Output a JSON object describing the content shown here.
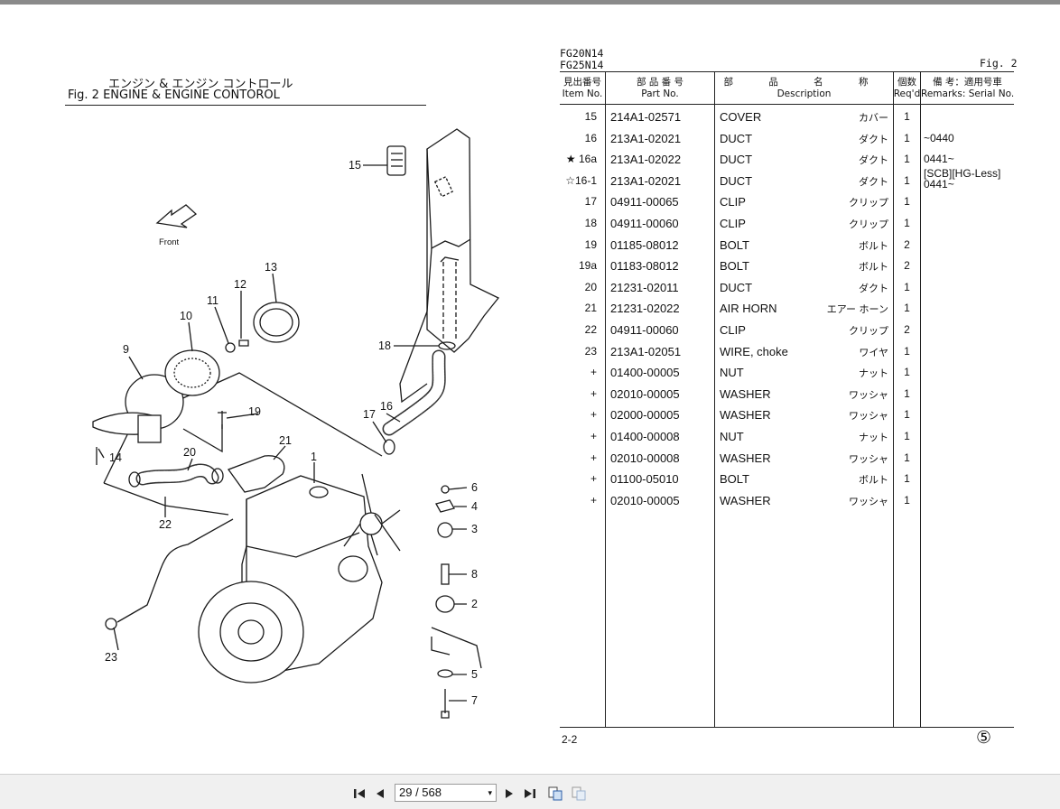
{
  "header": {
    "models": [
      "FG20N14",
      "FG25N14"
    ],
    "fig_ref": "Fig. 2",
    "title_jp": "エンジン & エンジン コントロール",
    "title_en": "Fig. 2   ENGINE & ENGINE CONTOROL",
    "front_label": "Front"
  },
  "table": {
    "columns": {
      "item_jp": "見出番号",
      "item_en": "Item No.",
      "part_jp": "部 品 番 号",
      "part_en": "Part No.",
      "desc_jp": "部 品 名 称",
      "desc_en": "Description",
      "req_jp": "個数",
      "req_en": "Req'd",
      "rem_jp": "備 考：適用号車",
      "rem_en": "Remarks: Serial No."
    },
    "rows": [
      {
        "item": "15",
        "part": "214A1-02571",
        "desc": "COVER",
        "jp": "カバー",
        "qty": "1",
        "rem": ""
      },
      {
        "item": "16",
        "part": "213A1-02021",
        "desc": "DUCT",
        "jp": "ダクト",
        "qty": "1",
        "rem": "~0440"
      },
      {
        "item": "★ 16a",
        "part": "213A1-02022",
        "desc": "DUCT",
        "jp": "ダクト",
        "qty": "1",
        "rem": "0441~"
      },
      {
        "item": "☆16-1",
        "part": "213A1-02021",
        "desc": "DUCT",
        "jp": "ダクト",
        "qty": "1",
        "rem": "[SCB][HG-Less]",
        "rem2": "0441~"
      },
      {
        "item": "17",
        "part": "04911-00065",
        "desc": "CLIP",
        "jp": "クリップ",
        "qty": "1",
        "rem": ""
      },
      {
        "item": "18",
        "part": "04911-00060",
        "desc": "CLIP",
        "jp": "クリップ",
        "qty": "1",
        "rem": ""
      },
      {
        "item": "19",
        "part": "01185-08012",
        "desc": "BOLT",
        "jp": "ボルト",
        "qty": "2",
        "rem": ""
      },
      {
        "item": "19a",
        "part": "01183-08012",
        "desc": "BOLT",
        "jp": "ボルト",
        "qty": "2",
        "rem": ""
      },
      {
        "item": "20",
        "part": "21231-02011",
        "desc": "DUCT",
        "jp": "ダクト",
        "qty": "1",
        "rem": ""
      },
      {
        "item": "21",
        "part": "21231-02022",
        "desc": "AIR HORN",
        "jp": "エアー ホーン",
        "qty": "1",
        "rem": ""
      },
      {
        "item": "22",
        "part": "04911-00060",
        "desc": "CLIP",
        "jp": "クリップ",
        "qty": "2",
        "rem": ""
      },
      {
        "item": "23",
        "part": "213A1-02051",
        "desc": "WIRE, choke",
        "jp": "ワイヤ",
        "qty": "1",
        "rem": ""
      },
      {
        "item": "+",
        "part": "01400-00005",
        "desc": "NUT",
        "jp": "ナット",
        "qty": "1",
        "rem": ""
      },
      {
        "item": "+",
        "part": "02010-00005",
        "desc": "WASHER",
        "jp": "ワッシャ",
        "qty": "1",
        "rem": ""
      },
      {
        "item": "+",
        "part": "02000-00005",
        "desc": "WASHER",
        "jp": "ワッシャ",
        "qty": "1",
        "rem": ""
      },
      {
        "item": "+",
        "part": "01400-00008",
        "desc": "NUT",
        "jp": "ナット",
        "qty": "1",
        "rem": ""
      },
      {
        "item": "+",
        "part": "02010-00008",
        "desc": "WASHER",
        "jp": "ワッシャ",
        "qty": "1",
        "rem": ""
      },
      {
        "item": "+",
        "part": "01100-05010",
        "desc": "BOLT",
        "jp": "ボルト",
        "qty": "1",
        "rem": ""
      },
      {
        "item": "+",
        "part": "02010-00005",
        "desc": "WASHER",
        "jp": "ワッシャ",
        "qty": "1",
        "rem": ""
      }
    ]
  },
  "footer": {
    "page_code": "2-2",
    "circled_page": "⑤"
  },
  "callouts": [
    "15",
    "13",
    "12",
    "11",
    "10",
    "9",
    "14",
    "19",
    "20",
    "21",
    "22",
    "1",
    "6",
    "4",
    "3",
    "8",
    "2",
    "5",
    "7",
    "23",
    "18",
    "17",
    "16"
  ],
  "viewer": {
    "page_indicator": "29 / 568",
    "icons": [
      "first-page-icon",
      "prev-page-icon",
      "next-page-icon",
      "last-page-icon",
      "copy-icon",
      "paste-icon"
    ]
  }
}
